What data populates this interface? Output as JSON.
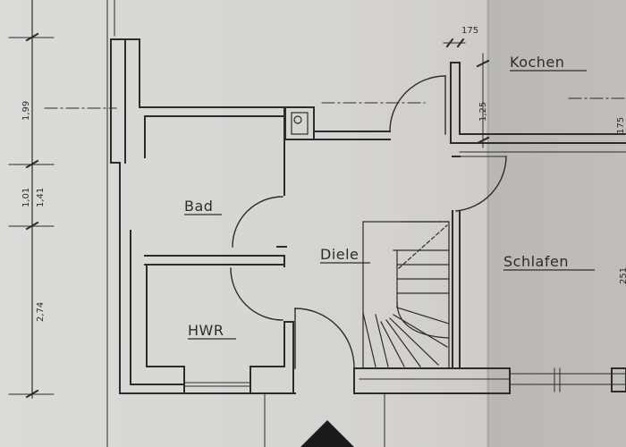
{
  "rooms": {
    "kitchen": "Kochen",
    "bath": "Bad",
    "hall": "Diele",
    "utility": "HWR",
    "bedroom": "Schlafen"
  },
  "dimensions": {
    "d1": "1,99",
    "d2": "1,01",
    "d3": "1,41",
    "d4": "2,74",
    "d5": "1,25",
    "d6": "175",
    "d7": "175",
    "d8": "251"
  },
  "colors": {
    "paper": "#d9d7d3",
    "ink": "#2c2c2c"
  }
}
